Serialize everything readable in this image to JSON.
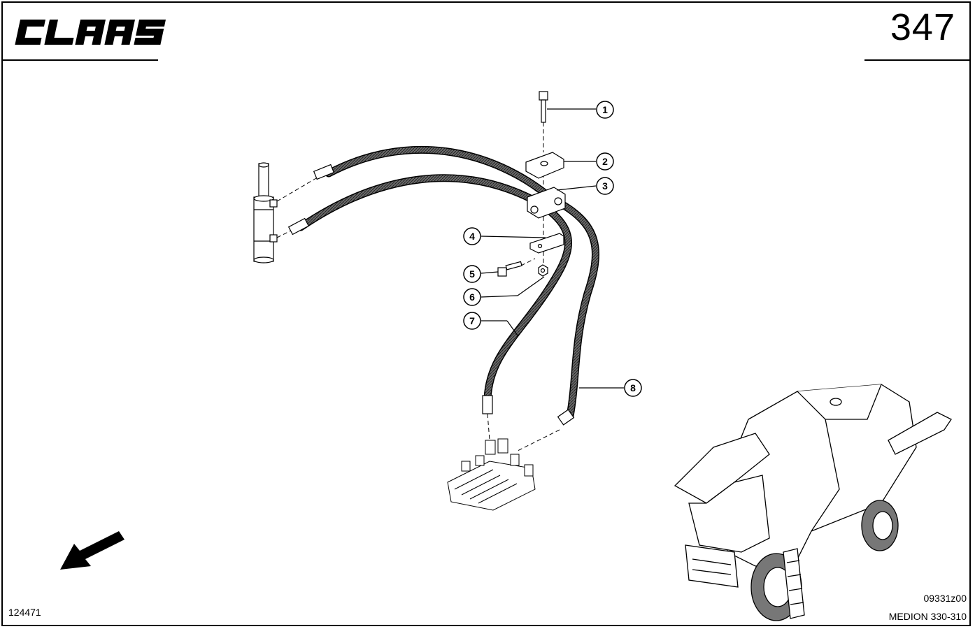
{
  "header": {
    "brand": "CLAAS",
    "page_number": "347"
  },
  "footer": {
    "drawing_number": "124471",
    "image_code": "09331z00",
    "model": "MEDION 330-310"
  },
  "callouts": [
    {
      "label": "1"
    },
    {
      "label": "2"
    },
    {
      "label": "3"
    },
    {
      "label": "4"
    },
    {
      "label": "5"
    },
    {
      "label": "6"
    },
    {
      "label": "7"
    },
    {
      "label": "8"
    }
  ],
  "colors": {
    "ink": "#000000",
    "hose_fill": "#555555",
    "background": "#ffffff"
  }
}
